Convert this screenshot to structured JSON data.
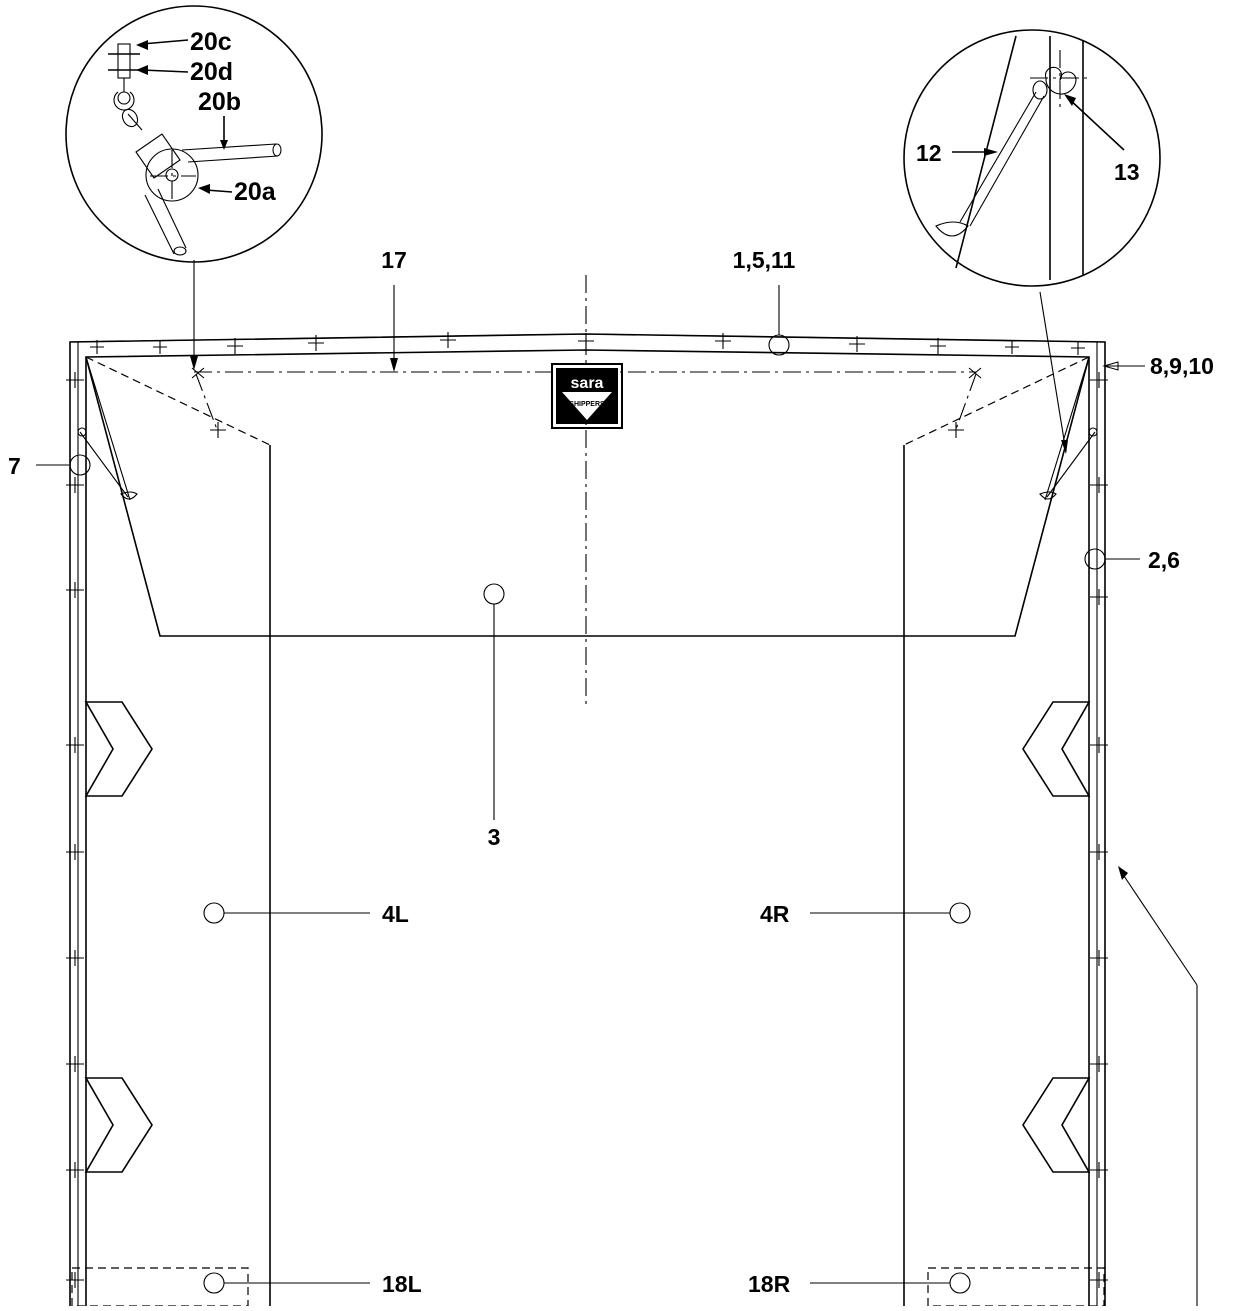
{
  "callouts": {
    "c1": "1,5,11",
    "c17": "17",
    "c8": "8,9,10",
    "c7": "7",
    "c26": "2,6",
    "c3": "3",
    "c4L": "4L",
    "c4R": "4R",
    "c18L": "18L",
    "c18R": "18R",
    "c12": "12",
    "c13": "13",
    "c20a": "20a",
    "c20b": "20b",
    "c20c": "20c",
    "c20d": "20d"
  },
  "logo": {
    "line1": "sara",
    "line2": "SHIPPERS"
  }
}
